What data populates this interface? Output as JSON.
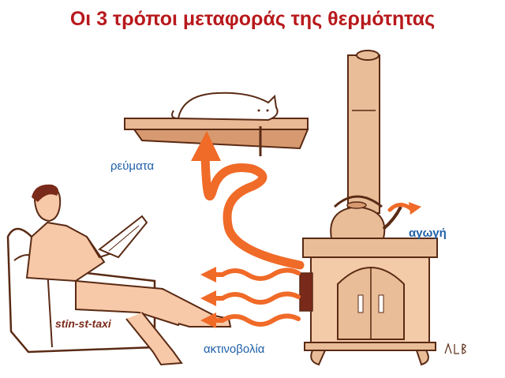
{
  "title": "Οι 3 τρόποι μεταφοράς της θερμότητας",
  "labels": {
    "currents": "ρεύματα",
    "conduction": "αγωγή",
    "radiation": "ακτινοβολία"
  },
  "credit": "stin-st-taxi",
  "colors": {
    "title": "#b8191c",
    "label": "#1f5fa8",
    "arrow": "#f06a28",
    "sketch_fill": "#f7c9a8",
    "outline": "#5a2a14"
  }
}
